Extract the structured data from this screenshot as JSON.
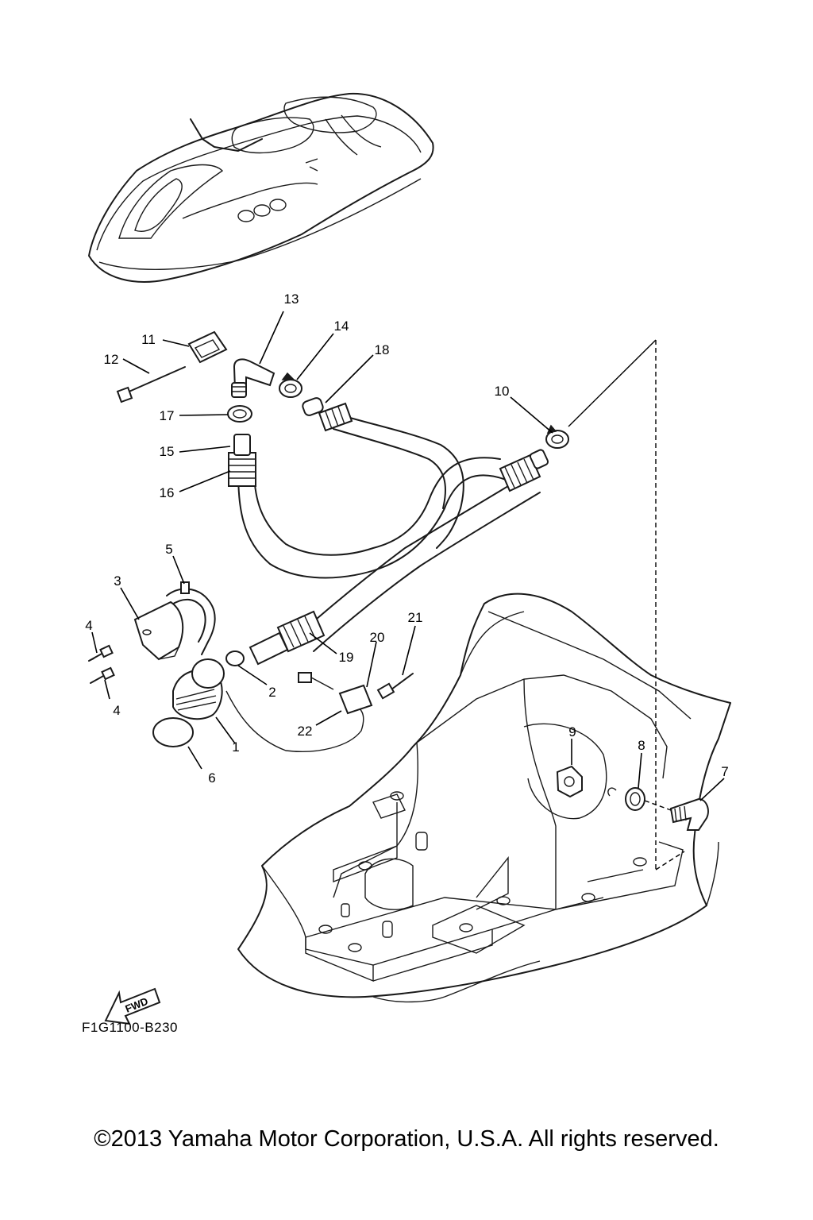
{
  "diagram": {
    "code": "F1G1100-B230",
    "copyright": "©2013 Yamaha Motor Corporation, U.S.A. All rights reserved.",
    "fwd_label": "FWD",
    "callouts": [
      "1",
      "2",
      "3",
      "4",
      "4",
      "5",
      "6",
      "7",
      "8",
      "9",
      "10",
      "11",
      "12",
      "13",
      "14",
      "15",
      "16",
      "17",
      "18",
      "19",
      "20",
      "21",
      "22"
    ]
  }
}
